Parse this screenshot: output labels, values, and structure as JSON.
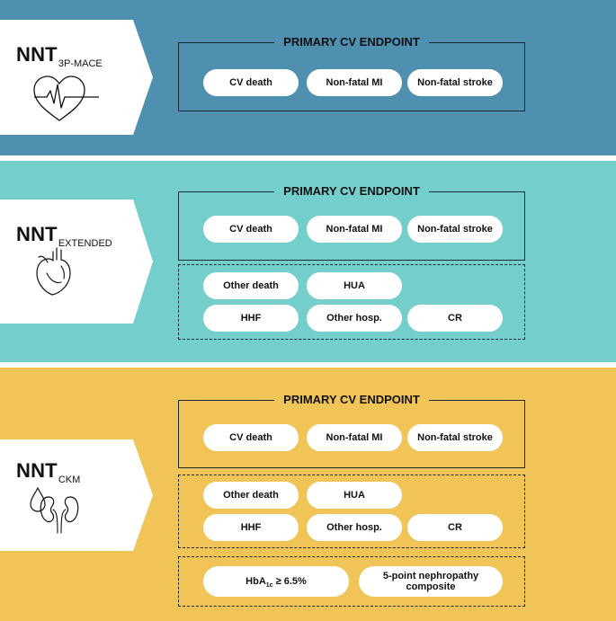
{
  "primary_label": "PRIMARY CV ENDPOINT",
  "panels": [
    {
      "nnt": "NNT",
      "subscript": "3P-MACE",
      "icon": "heart-ecg-icon",
      "primary": [
        "CV death",
        "Non-fatal MI",
        "Non-fatal stroke"
      ]
    },
    {
      "nnt": "NNT",
      "subscript": "EXTENDED",
      "icon": "anatomical-heart-icon",
      "primary": [
        "CV death",
        "Non-fatal MI",
        "Non-fatal stroke"
      ],
      "extended": [
        "Other death",
        "HUA",
        "HHF",
        "Other hosp.",
        "CR"
      ]
    },
    {
      "nnt": "NNT",
      "subscript": "CKM",
      "icon": "kidneys-drop-icon",
      "primary": [
        "CV death",
        "Non-fatal MI",
        "Non-fatal stroke"
      ],
      "extended": [
        "Other death",
        "HUA",
        "HHF",
        "Other hosp.",
        "CR"
      ],
      "ckm": {
        "hba1c_main": "HbA",
        "hba1c_sub": "1c",
        "hba1c_rest": " ≥ 6.5%",
        "nephropathy": "5-point nephropathy composite"
      }
    }
  ],
  "colors": {
    "band_1": "#4f8faf",
    "band_2": "#74cfcc",
    "band_3": "#f0c456"
  }
}
